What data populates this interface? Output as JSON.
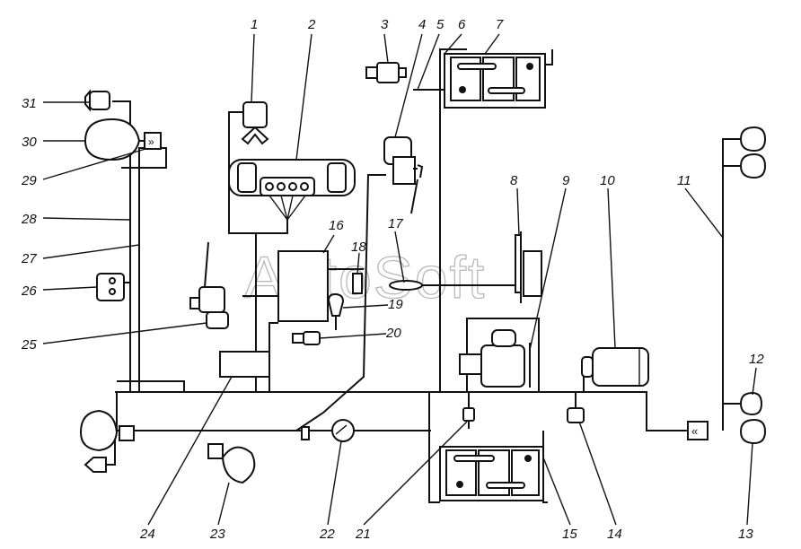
{
  "watermark": "AutoSoft",
  "callouts": [
    {
      "label": "1",
      "component": "heater-fan-motor"
    },
    {
      "label": "2",
      "component": "instrument-cluster"
    },
    {
      "label": "3",
      "component": "sender"
    },
    {
      "label": "4",
      "component": "wiper-motor"
    },
    {
      "label": "5",
      "component": "wire"
    },
    {
      "label": "6",
      "component": "wire"
    },
    {
      "label": "7",
      "component": "battery-upper"
    },
    {
      "label": "8",
      "component": "voltage-regulator"
    },
    {
      "label": "9",
      "component": "starter"
    },
    {
      "label": "10",
      "component": "generator"
    },
    {
      "label": "11",
      "component": "right-harness"
    },
    {
      "label": "12",
      "component": "right-front-lamp"
    },
    {
      "label": "13",
      "component": "right-rear-lamp"
    },
    {
      "label": "14",
      "component": "sender"
    },
    {
      "label": "15",
      "component": "battery-lower"
    },
    {
      "label": "16",
      "component": "switch-panel"
    },
    {
      "label": "17",
      "component": "dome-lamp"
    },
    {
      "label": "18",
      "component": "switch"
    },
    {
      "label": "19",
      "component": "switch"
    },
    {
      "label": "20",
      "component": "sender"
    },
    {
      "label": "21",
      "component": "sender"
    },
    {
      "label": "22",
      "component": "horn"
    },
    {
      "label": "23",
      "component": "headlamp-left"
    },
    {
      "label": "24",
      "component": "fuse-box"
    },
    {
      "label": "25",
      "component": "wiper-motor-left"
    },
    {
      "label": "26",
      "component": "plug-socket"
    },
    {
      "label": "27",
      "component": "wire"
    },
    {
      "label": "28",
      "component": "wire"
    },
    {
      "label": "29",
      "component": "connector"
    },
    {
      "label": "30",
      "component": "headlamp"
    },
    {
      "label": "31",
      "component": "side-lamp"
    }
  ]
}
